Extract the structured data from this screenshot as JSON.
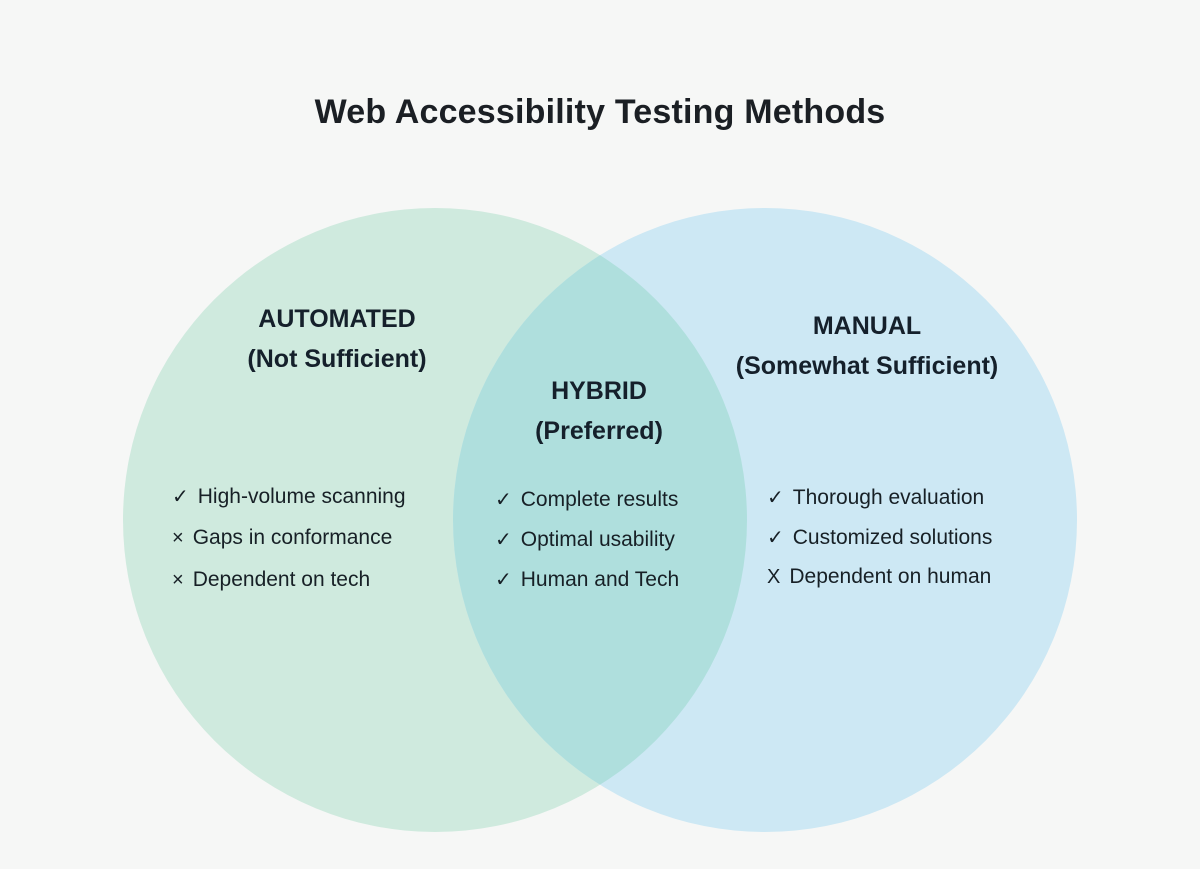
{
  "title": "Web Accessibility Testing Methods",
  "colors": {
    "background": "#f6f7f6",
    "text": "#172026",
    "title_text": "#1b1f24"
  },
  "venn": {
    "left": {
      "name": "AUTOMATED",
      "qualifier": "(Not Sufficient)",
      "color": "#cfeade",
      "items": [
        {
          "marker": "✓",
          "text": "High-volume scanning"
        },
        {
          "marker": "×",
          "text": "Gaps in conformance"
        },
        {
          "marker": "×",
          "text": "Dependent on tech"
        }
      ]
    },
    "overlap": {
      "name": "HYBRID",
      "qualifier": "(Preferred)",
      "color": "#afdfdd",
      "items": [
        {
          "marker": "✓",
          "text": "Complete results"
        },
        {
          "marker": "✓",
          "text": "Optimal usability"
        },
        {
          "marker": "✓",
          "text": "Human and Tech"
        }
      ]
    },
    "right": {
      "name": "MANUAL",
      "qualifier": "(Somewhat Sufficient)",
      "color": "#cde8f4",
      "items": [
        {
          "marker": "✓",
          "text": "Thorough evaluation"
        },
        {
          "marker": "✓",
          "text": "Customized solutions"
        },
        {
          "marker": "X",
          "text": "Dependent on human"
        }
      ]
    }
  }
}
